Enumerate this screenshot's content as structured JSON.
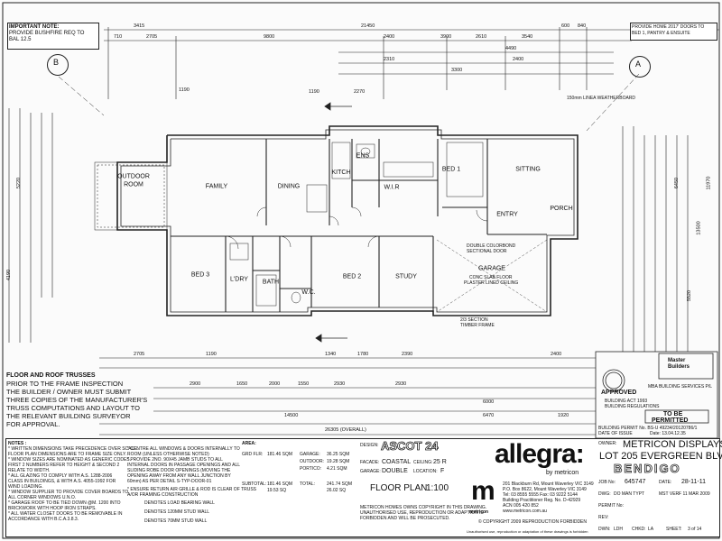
{
  "header": {
    "important_note": "IMPORTANT NOTE:",
    "important_line1": "PROVIDE BUSHFIRE REQ TO",
    "important_line2": "BAL 12.5",
    "provide_home": "PROVIDE HOME 2017' DOORS TO",
    "provide_home2": "BED 1, PANTRY & ENSUITE"
  },
  "grid": {
    "left_b": "B",
    "right_a": "A"
  },
  "rooms": {
    "family": "FAMILY",
    "dining": "DINING",
    "outdoor": "OUTDOOR",
    "outdoor2": "ROOM",
    "kitch": "KITCH",
    "ens": "ENS",
    "wir": "W.I.R",
    "bed1": "BED 1",
    "sitting": "SITTING",
    "entry": "ENTRY",
    "porch": "PORCH",
    "bed3": "BED 3",
    "ldry": "L'DRY",
    "bath": "BATH",
    "wc": "W.C.",
    "bed2": "BED 2",
    "study": "STUDY",
    "garage": "GARAGE"
  },
  "dimensions": {
    "top_overall": "21450",
    "top_3415": "3415",
    "top_710": "710",
    "top_2705": "2705",
    "top_9800": "9800",
    "top_2400": "2400",
    "top_3900": "3900",
    "top_2610": "2610",
    "top_3540": "3540",
    "top_600": "600",
    "top_840": "840",
    "top_4490": "4490",
    "top_2310": "2310",
    "top_2400b": "2400",
    "top_3300": "3300",
    "bottom_overall": "26305 (OVERALL)",
    "bottom_14500": "14500",
    "bottom_6470": "6470",
    "bottom_6000": "6000",
    "bottom_1920": "1920",
    "bottom_2900": "2900",
    "bottom_1650": "1650",
    "bottom_2000": "2000",
    "bottom_2930": "2930",
    "bottom_2930b": "2930",
    "bottom_1550": "1550",
    "bottom_1340": "1340",
    "bottom_1780": "1780",
    "bottom_2390": "2390",
    "bottom_2400": "2400",
    "bottom_2705": "2705",
    "bottom_1190": "1190",
    "left_4190": "4190",
    "left_5220": "5220",
    "right_11970": "11970",
    "right_5520": "5520",
    "right_13500": "13500",
    "right_6450": "6450",
    "mid_1190": "1190",
    "mid_2270": "2270",
    "mid_1190b": "1190"
  },
  "notes": {
    "trusses_title": "FLOOR AND ROOF TRUSSES",
    "trusses_l1": "PRIOR TO THE FRAME INSPECTION",
    "trusses_l2": "THE BUILDER / OWNER MUST SUBMIT",
    "trusses_l3": "THREE COPIES OF THE MANUFACTURER'S",
    "trusses_l4": "TRUSS COMPUTATIONS AND LAYOUT TO",
    "trusses_l5": "THE RELEVANT BUILDING SURVEYOR",
    "trusses_l6": "FOR APPROVAL.",
    "colorbond": "DOUBLE COLORBOND",
    "colorbond2": "SECTIONAL DOOR",
    "garage_ceil": "CONC SLAB FLOOR",
    "garage_ceil2": "PLASTER LINED CEILING",
    "weatherboard": "150mm LINEA WEATHERBOARD",
    "section": "2/3 SECTION",
    "timber": "TIMBER FRAME"
  },
  "stamp": {
    "approved": "APPROVED",
    "act": "BUILDING ACT 1993",
    "regs": "BUILDING REGULATIONS",
    "to_be": "TO BE",
    "permitted": "PERMITTED",
    "permit_no": "BUILDING PERMIT No. BS-U 49234/20120786/1",
    "date_issue": "DATE OF ISSUE",
    "date": "Date: 13.04.12.35",
    "master": "Master",
    "builders": "Builders",
    "mbs": "MBA BUILDING SERVICES P/L"
  },
  "title_block": {
    "notes_head": "NOTES :",
    "notes_1": "* WRITTEN DIMENSIONS TAKE PRECEDENCE OVER SCALE.",
    "notes_2": "FLOOR PLAN DIMENSIONS ARE TO FRAME SIZE ONLY.",
    "notes_3": "* WINDOW SIZES ARE NOMINATED AS GENERIC CODES.",
    "notes_4": "FIRST 2 NUMBERS REFER TO HEIGHT & SECOND 2",
    "notes_5": "RELATE TO WIDTH.",
    "notes_6": "* ALL GLAZING TO COMPLY WITH A.S. 1288-2006",
    "notes_7": "CLASS IN BUILDINGS, & WITH A.S. 4055-1992 FOR",
    "notes_8": "WIND LOADING.",
    "notes_9": "* WINDOW SUPPLIER TO PROVIDE COVER BOARDS TO",
    "notes_10": "ALL CORNER WINDOWS U.N.O.",
    "notes_11": "* GARAGE ROOF TO BE TIED DOWN @M. 1200 INTO",
    "notes_12": "BRICKWORK WITH HOOP IRON STRAPS.",
    "notes_13": "* ALL WATER CLOSET DOORS TO BE REMOVABLE IN",
    "notes_14": "ACCORDANCE WITH B.C.A.3.8.3.",
    "c_1": "* CENTRE ALL WINDOWS & DOORS INTERNALLY TO",
    "c_2": "ROOM (UNLESS OTHERWISE NOTED)",
    "c_3": "* PROVIDE 2NO. 90X45 JAMB STUDS TO ALL",
    "c_4": "INTERNAL DOORS IN PASSAGE OPENINGS AND ALL",
    "c_5": "SLIDING ROBE DOOR OPENINGS (MOVING THE",
    "c_6": "OPENING AWAY FROM ANY WALL JUNCTION BY",
    "c_7": "60mm) AS PER DETAIL S-TYP-DOOR-01",
    "c_8": "* ENSURE RETURN AIR GRILLE & ROD IS CLEAR OF TRUSS",
    "c_9": "A/OR FRAMING CONSTRUCTION",
    "leg_1": "DENOTES LOAD BEARING WALL",
    "leg_2": "DENOTES 120MM STUD WALL",
    "leg_3": "DENOTES 70MM STUD WALL",
    "area_head": "AREA:",
    "grd_flr": "GRD FLR:",
    "grd_flr_v": "181.46 SQM",
    "outdoor": "OUTDOOR:",
    "outdoor_v": "19.28 SQM",
    "garage": "GARAGE:",
    "garage_v": "36.25 SQM",
    "portico": "PORTICO:",
    "portico_v": "4.21 SQM",
    "subtotal": "SUBTOTAL:",
    "subtotal_v": "181.46 SQM",
    "subtotal_v2": "19.53 SQ",
    "total": "TOTAL:",
    "total_v": "241.74 SQM",
    "total_v2": "26.02 SQ",
    "design_lbl": "DESIGN:",
    "design": "ASCOT 24",
    "facade_lbl": "FACADE:",
    "facade": "COASTAL",
    "ceiling_lbl": "CEILING:",
    "ceiling": "25 R",
    "garage_lbl": "GARAGE:",
    "garage_val": "DOUBLE",
    "location_lbl": "LOCATION:",
    "location": "F",
    "drawing": "FLOOR PLAN",
    "scale": "1:100",
    "copyright_1": "METRICON HOMES OWNS COPYRIGHT IN THIS DRAWING.",
    "copyright_2": "UNAUTHORISED USE, REPRODUCTION OR ADAPTION IS",
    "copyright_3": "FORBIDDEN AND WILL BE PROSECUTED.",
    "brand": "allegra:",
    "brand_by": "by metricon",
    "m_logo": "m",
    "metricon": "metricon",
    "addr_1": "201 Blackburn Rd, Mount Waverley VIC 3149",
    "addr_2": "P.O. Box 8622, Mount Waverley VIC 3149",
    "addr_3": "Tel: 03 8555 5555  Fax: 03 9222 5144",
    "addr_4": "Building Practitioner  Reg. No. D-42929",
    "addr_5": "ACN 005 420 852",
    "addr_6": "www.metricon.com.au",
    "rights_1": "© COPYRIGHT 2009 REPRODUCTION FORBIDDEN",
    "rights_2": "Unauthorised use, reproduction or adaptation of these drawings is forbidden",
    "owner_lbl": "OWNER:",
    "owner_1": "METRICON DISPLAYS",
    "owner_2": "LOT 205 EVERGREEN BLVD",
    "owner_3": "BENDIGO",
    "job_lbl": "JOB No:",
    "job": "645747",
    "date_lbl": "DATE:",
    "date": "28-11-11",
    "dwg_lbl": "DWG:",
    "dwg": "DO MAN TYPT",
    "mst_lbl": "MST VER:",
    "mst": "F 11 MAR 2009",
    "permit_lbl": "PERMIT No:",
    "rev_lbl": "REV:",
    "dwn_lbl": "DWN:",
    "dwn": "LDH",
    "chkd_lbl": "CHKD:",
    "chkd": "LA",
    "sheet_lbl": "SHEET:",
    "sheet": "3 of 14"
  },
  "colors": {
    "ink": "#222222",
    "paper": "#fbfbfb",
    "hatch": "#555555"
  }
}
